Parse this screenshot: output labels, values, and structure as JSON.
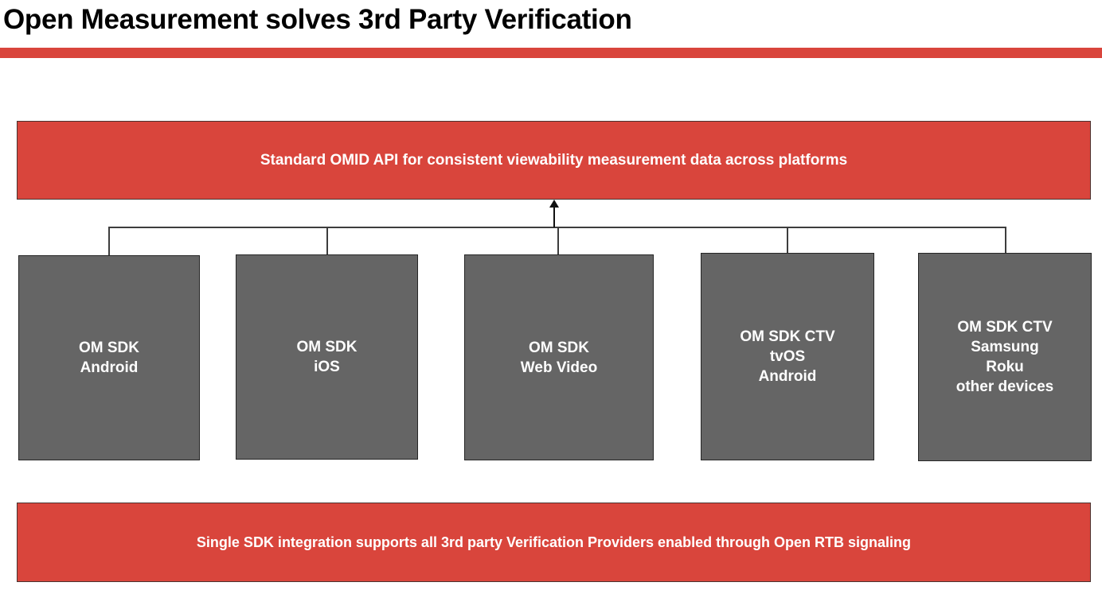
{
  "slide": {
    "title": "Open Measurement solves 3rd Party Verification",
    "accent_color": "#D9453C",
    "box_color": "#656565",
    "title_color": "#000000"
  },
  "top_banner": {
    "text": "Standard OMID API for consistent viewability measurement data across platforms"
  },
  "bottom_banner": {
    "text": "Single SDK integration supports all 3rd party Verification Providers enabled through Open RTB signaling"
  },
  "platforms": [
    {
      "lines": [
        "OM SDK",
        "Android"
      ]
    },
    {
      "lines": [
        "OM SDK",
        "iOS"
      ]
    },
    {
      "lines": [
        "OM SDK",
        "Web Video"
      ]
    },
    {
      "lines": [
        "OM SDK CTV",
        "tvOS",
        "Android"
      ]
    },
    {
      "lines": [
        "OM SDK CTV",
        "Samsung",
        "Roku",
        "other devices"
      ]
    }
  ]
}
